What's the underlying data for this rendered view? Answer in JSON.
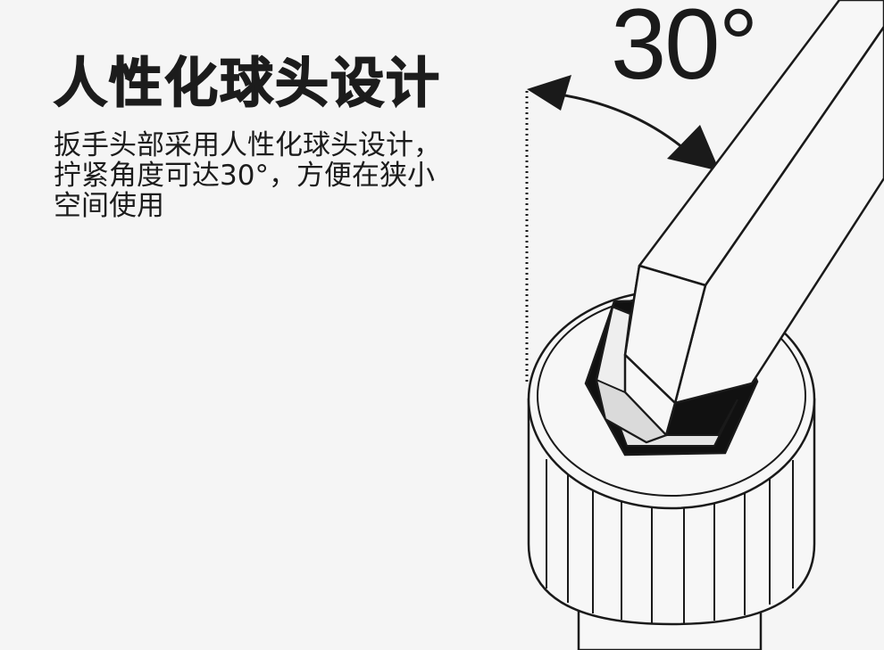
{
  "headline": "人性化球头设计",
  "description": {
    "line1": "扳手头部采用人性化球头设计，",
    "line2": "拧紧角度可达30°，方便在狭小",
    "line3": "空间使用"
  },
  "angle_label": "30°",
  "colors": {
    "background": "#f5f5f5",
    "text": "#1c1c1c",
    "line": "#1a1a1a",
    "hex_shadow": "#111111",
    "hex_face": "#dcdcdc"
  }
}
